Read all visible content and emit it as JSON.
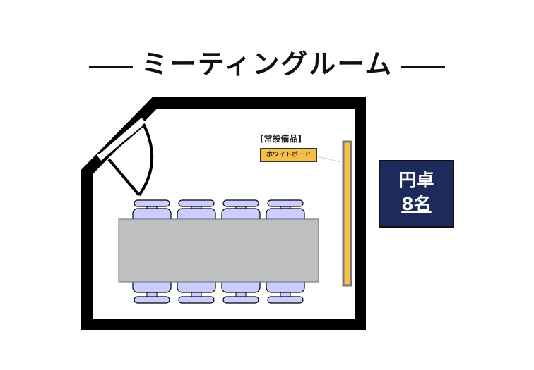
{
  "title": "ミーティングルーム",
  "equipment": {
    "heading": "[常設備品]",
    "items": [
      "ホワイトボード"
    ]
  },
  "table_info": {
    "line1": "円卓",
    "line2": "8名"
  },
  "colors": {
    "wall": "#000000",
    "table": "#bfbfbf",
    "chair": "#ccccff",
    "whiteboard": "#f5c04a",
    "badge": "#1f2a5c"
  }
}
